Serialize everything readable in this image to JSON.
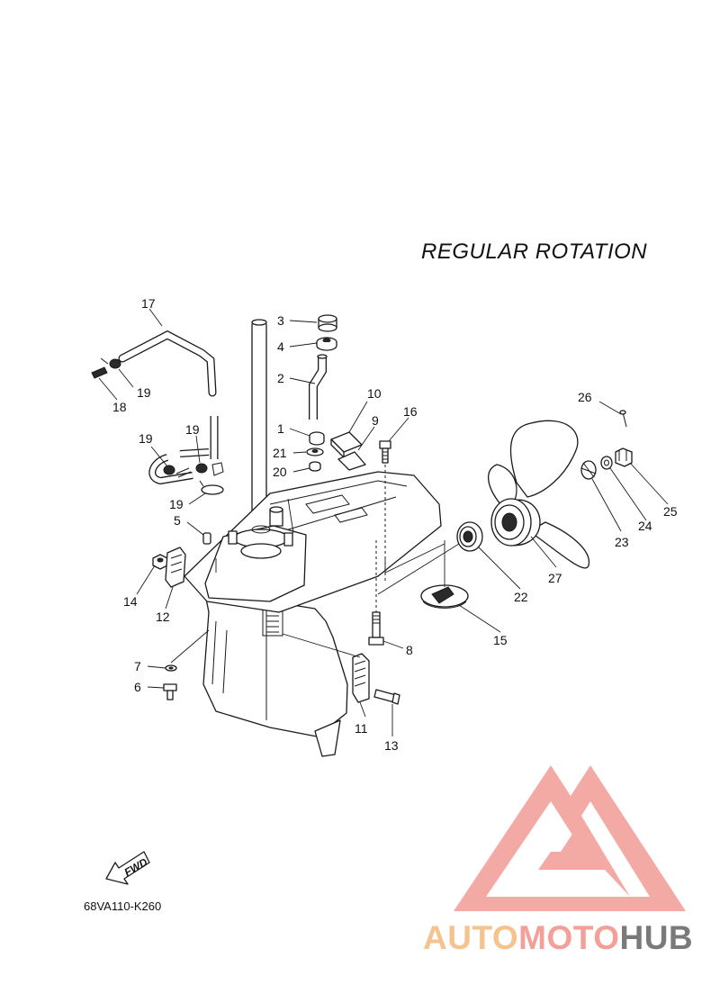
{
  "diagram": {
    "title": "REGULAR ROTATION",
    "code": "68VA110-K260",
    "fwd_label": "FWD",
    "part_labels": [
      "17",
      "3",
      "4",
      "2",
      "19",
      "18",
      "10",
      "16",
      "26",
      "1",
      "9",
      "19",
      "19",
      "21",
      "20",
      "19",
      "5",
      "25",
      "24",
      "23",
      "14",
      "12",
      "27",
      "22",
      "15",
      "8",
      "7",
      "6",
      "11",
      "13"
    ]
  },
  "watermark": {
    "part1": "AUTO",
    "part2": "MOTO",
    "part3": "HUB",
    "colors": {
      "auto": "#f5c48e",
      "moto": "#f4a09a",
      "hub": "#7a7a7a",
      "logo": "#f3a19b"
    }
  }
}
